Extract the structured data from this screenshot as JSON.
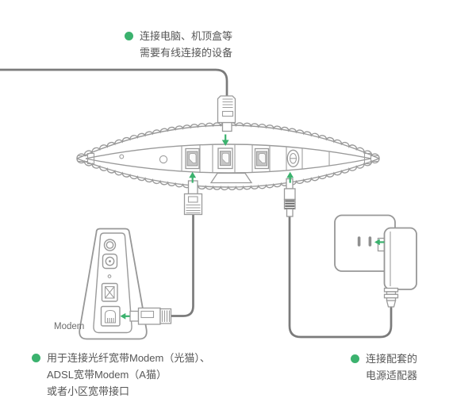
{
  "colors": {
    "accent_green": "#3bb26e",
    "line_gray": "#9a9a9a",
    "cable_gray": "#7b7b7b",
    "text_gray": "#575757"
  },
  "notes": {
    "top": {
      "lines": [
        "连接电脑、机顶盒等",
        "需要有线连接的设备"
      ]
    },
    "bottom_left": {
      "lines": [
        "用于连接光纤宽带Modem（光猫）、",
        "ADSL宽带Modem（A猫）",
        "或者小区宽带接口"
      ]
    },
    "bottom_right": {
      "lines": [
        "连接配套的",
        "电源适配器"
      ]
    }
  },
  "labels": {
    "modem": "Modem"
  }
}
